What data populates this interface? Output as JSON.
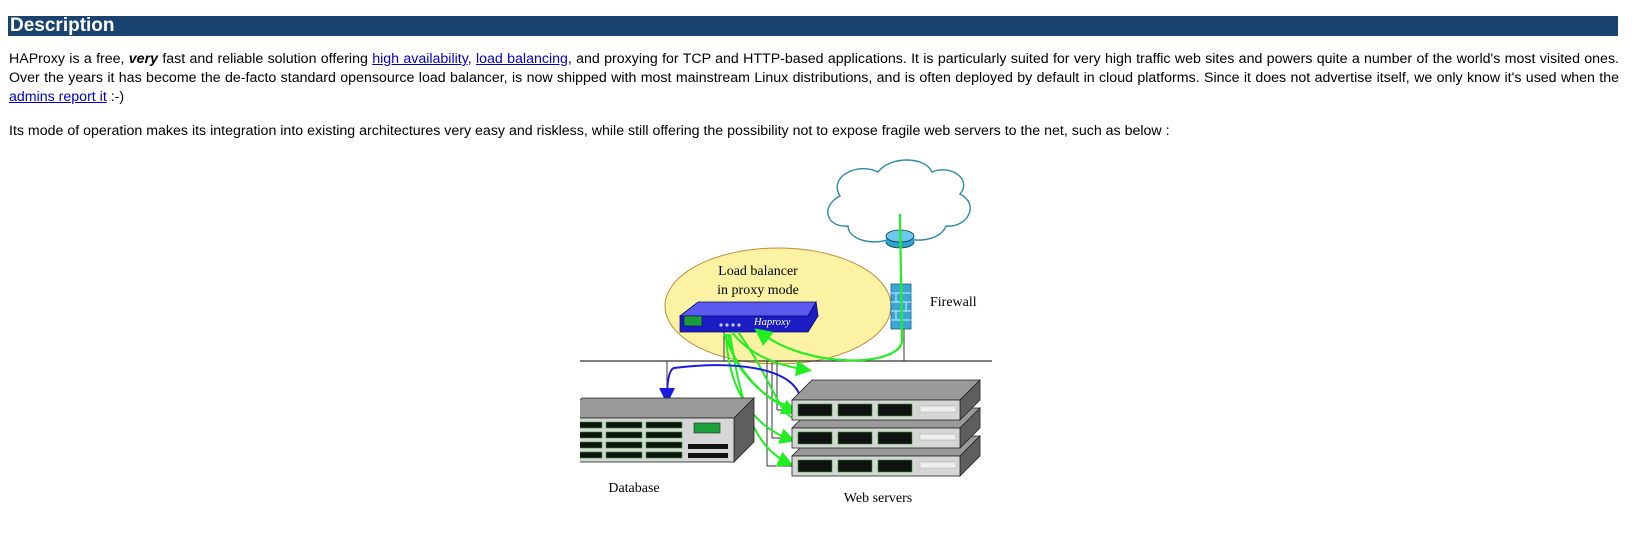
{
  "section": {
    "title": "Description"
  },
  "intro": {
    "part1": "HAProxy is a free, ",
    "emph": "very",
    "part2": " fast and reliable solution offering ",
    "link_ha": "high availability",
    "sep1": ", ",
    "link_lb": "load balancing",
    "part3": ", and proxying for TCP and HTTP-based applications. It is particularly suited for very high traffic web sites and powers quite a number of the world's most visited ones. Over the years it has become the de-facto standard opensource load balancer, is now shipped with most mainstream Linux distributions, and is often deployed by default in cloud platforms. Since it does not advertise itself, we only know it's used when the ",
    "link_admins": "admins report it",
    "part4": " :-)"
  },
  "mode_text": "Its mode of operation makes its integration into existing architectures very easy and riskless, while still offering the possibility not to expose fragile web servers to the net, such as below :",
  "diagram": {
    "lb_label_line1": "Load balancer",
    "lb_label_line2": "in proxy mode",
    "device_label": "Haproxy",
    "firewall_label": "Firewall",
    "database_label": "Database",
    "webservers_label": "Web servers",
    "colors": {
      "ellipse": "#fbf3a3",
      "haproxy": "#1c1cc4",
      "green_flow": "#22ee22",
      "blue_flow": "#1a1ae0",
      "firewall": "#3aa7d8",
      "header": "#1a4370"
    }
  }
}
